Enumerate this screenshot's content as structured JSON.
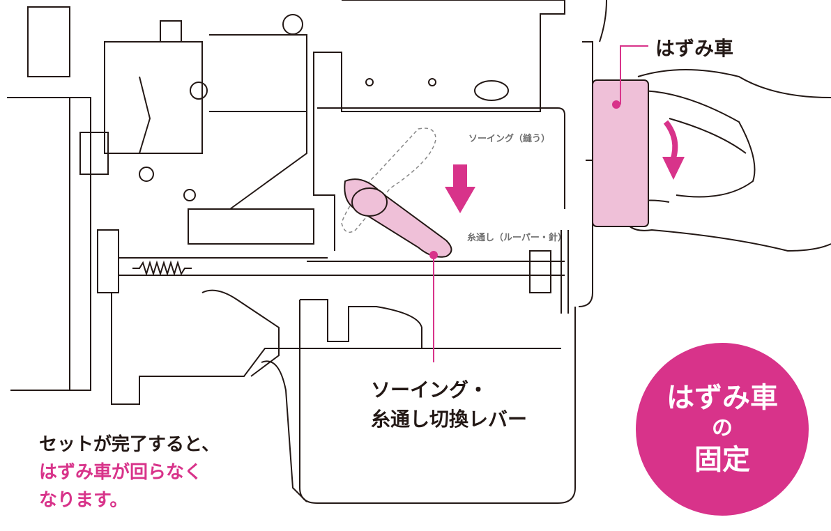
{
  "labels": {
    "handwheel": "はずみ車",
    "sewing_position": "ソーイング（縫う）",
    "threading_position": "糸通し（ルーパー・針）",
    "lever_line1": "ソーイング・",
    "lever_line2": "糸通し切換レバー"
  },
  "note": {
    "line1": "セットが完了すると、",
    "line2": "はずみ車が回らなく",
    "line3": "なります。"
  },
  "badge": {
    "line1": "はずみ車",
    "line2": "の",
    "line3": "固定"
  },
  "colors": {
    "accent": "#d8338a",
    "accent_light": "#efc0d8",
    "line": "#231815"
  }
}
